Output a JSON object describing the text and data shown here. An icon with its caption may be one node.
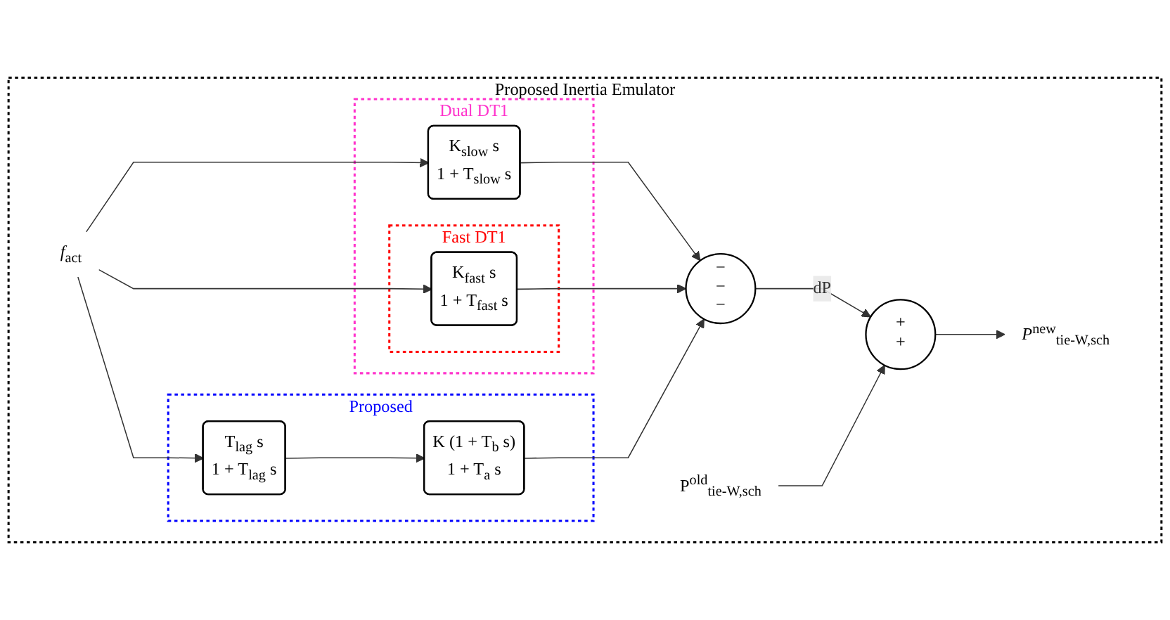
{
  "diagram": {
    "nodes": [
      {
        "text": [
          "Proposed Inertia Emulator"
        ]
      },
      {
        "text": [
          "Dual DT1"
        ],
        "in": 0
      },
      {
        "text": [
          "K$_{slow}$ s",
          "1 + T$_{slow}$ s"
        ],
        "in": 1
      },
      {
        "text": [
          "Fast DT1"
        ],
        "in": 1
      },
      {
        "text": [
          "K$_{fast}$ s",
          "1 + T$_{fast}$ s"
        ],
        "in": 3
      },
      {
        "text": [
          "Proposed"
        ],
        "in": 0
      },
      {
        "text": [
          "T$_{lag}$ s",
          "1 + T$_{lag}$ s"
        ],
        "in": 5
      },
      {
        "text": [
          "K (1 + T$_{b}$ s)",
          "1 + T$_{a}$ s"
        ],
        "in": 5
      },
      {
        "text": [
          "*f*$_{act}$"
        ],
        "in": 0
      },
      {
        "text": [
          "−",
          "−",
          "−"
        ],
        "in": 0
      },
      {
        "text": [
          "+",
          "+"
        ],
        "in": 0
      },
      {
        "text": [
          "*P*$^{new}$$_{tie-W,sch}$"
        ],
        "in": 0
      },
      {
        "text": [
          "P$^{old}$$_{tie-W,sch}$"
        ],
        "in": 0
      }
    ],
    "edges": [
      {
        "from": 8,
        "to": 2,
        "arrow": "to"
      },
      {
        "from": 8,
        "to": 4,
        "arrow": "to"
      },
      {
        "from": 8,
        "to": 6,
        "arrow": "to"
      },
      {
        "from": 2,
        "to": 9,
        "arrow": "to"
      },
      {
        "from": 4,
        "to": 9,
        "arrow": "to"
      },
      {
        "from": 6,
        "to": 7,
        "arrow": "to"
      },
      {
        "from": 7,
        "to": 9,
        "arrow": "to"
      },
      {
        "from": 9,
        "to": 10,
        "label": "dP",
        "arrow": "to"
      },
      {
        "from": 12,
        "to": 10,
        "arrow": "to"
      },
      {
        "from": 10,
        "to": 11,
        "arrow": "to"
      }
    ]
  }
}
